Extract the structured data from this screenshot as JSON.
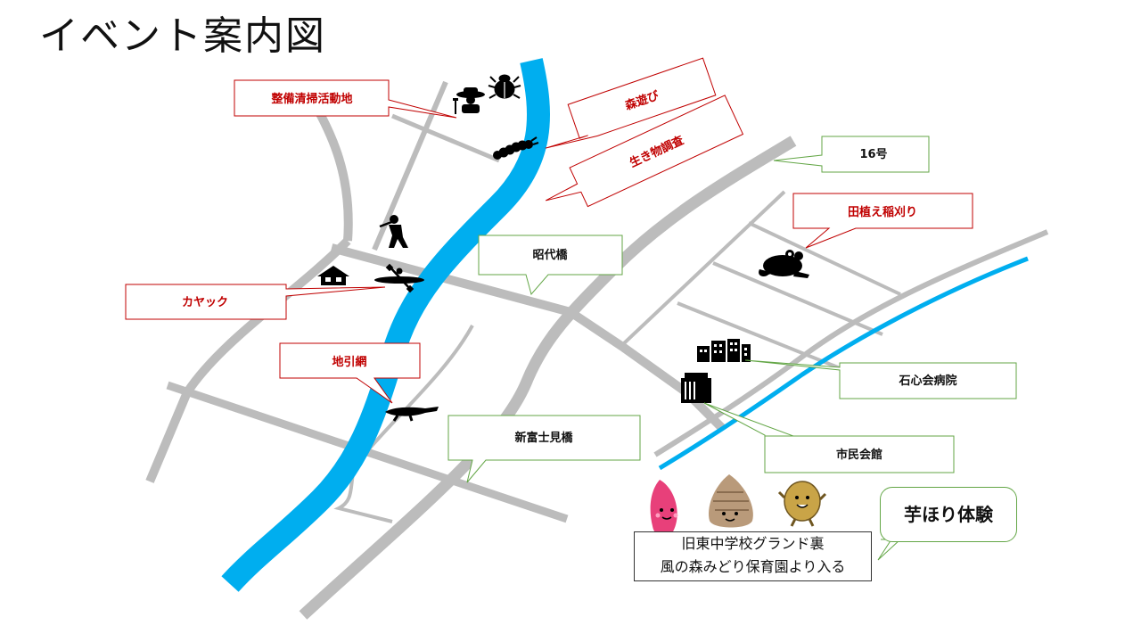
{
  "title": "イベント案内図",
  "colors": {
    "river": "#00aeef",
    "road": "#bcbcbc",
    "red_label": "#c00000",
    "green_callout": "#63a646",
    "red_callout": "#c00000",
    "rail_blue": "#00aeef"
  },
  "labels": {
    "seibi": "整備清掃活動地",
    "moriasobi": "森遊び",
    "ikimono": "生き物調査",
    "route16": "16号",
    "tauee": "田植え稲刈り",
    "shodai": "昭代橋",
    "kayak": "カヤック",
    "jibiki": "地引網",
    "shinfuji": "新富士見橋",
    "hospital": "石心会病院",
    "civic": "市民会館",
    "imohori": "芋ほり体験"
  },
  "info_box": {
    "line1": "旧東中学校グランド裏",
    "line2": "風の森みどり保育園より入る"
  },
  "icons": [
    "farmer-icon",
    "beetle-icon",
    "caterpillar-icon",
    "baseball-batter-icon",
    "house-icon",
    "kayak-icon",
    "alligator-icon",
    "frog-icon",
    "buildings-icon",
    "civic-building-icon",
    "sweet-potato-icon",
    "taro-icon",
    "potato-icon"
  ]
}
